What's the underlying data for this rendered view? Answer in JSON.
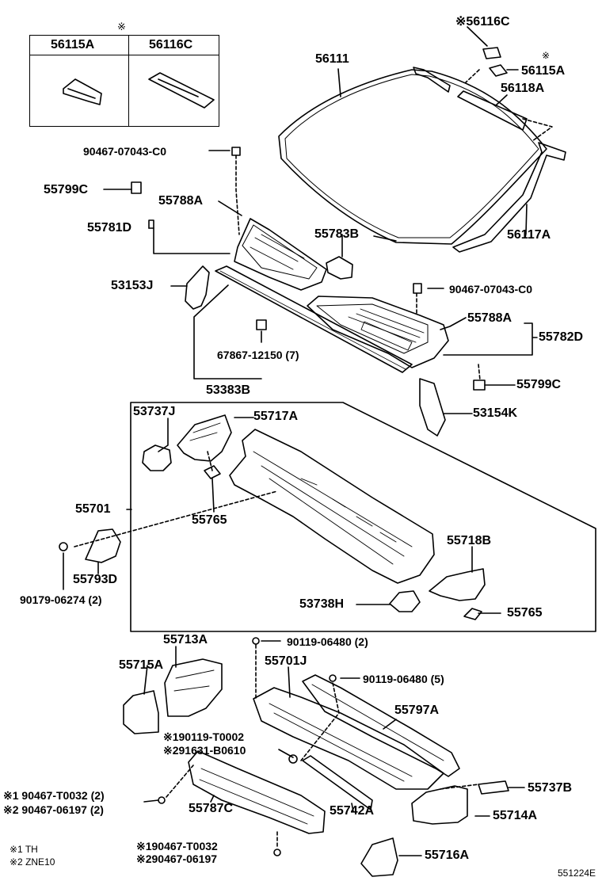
{
  "inset": {
    "mark": "※",
    "col1": "56115A",
    "col2": "56116C"
  },
  "labels": {
    "p56116C_top": "※56116C",
    "p56115A_top": "※",
    "p56115A": "56115A",
    "p56111": "56111",
    "p56118A": "56118A",
    "p90467_07043_C0_a": "90467-07043-C0",
    "p55799C_a": "55799C",
    "p55788A_a": "55788A",
    "p55781D": "55781D",
    "p55783B": "55783B",
    "p56117A": "56117A",
    "p53153J": "53153J",
    "p90467_07043_C0_b": "90467-07043-C0",
    "p55788A_b": "55788A",
    "p55782D": "55782D",
    "p67867": "67867-12150 (7)",
    "p55799C_b": "55799C",
    "p53383B": "53383B",
    "p53737J": "53737J",
    "p55717A": "55717A",
    "p53154K": "53154K",
    "p55701": "55701",
    "p55765_a": "55765",
    "p55718B": "55718B",
    "p55793D": "55793D",
    "p90179": "90179-06274 (2)",
    "p53738H": "53738H",
    "p55765_b": "55765",
    "p55713A": "55713A",
    "p90119_a": "90119-06480 (2)",
    "p55715A": "55715A",
    "p55701J": "55701J",
    "p90119_b": "90119-06480 (5)",
    "p55797A": "55797A",
    "p90119_T0002": "※190119-T0002",
    "p91631": "※291631-B0610",
    "p55737B": "55737B",
    "p90467_T0032_a": "※1 90467-T0032 (2)",
    "p90467_06197_a": "※2 90467-06197 (2)",
    "p55714A": "55714A",
    "p55787C": "55787C",
    "p55742A": "55742A",
    "p90467_T0032_b": "※190467-T0032",
    "p90467_06197_b": "※290467-06197",
    "p55716A": "55716A"
  },
  "legend": {
    "note1": "※1 TH",
    "note2": "※2 ZNE10"
  },
  "diagram_id": "551224E"
}
